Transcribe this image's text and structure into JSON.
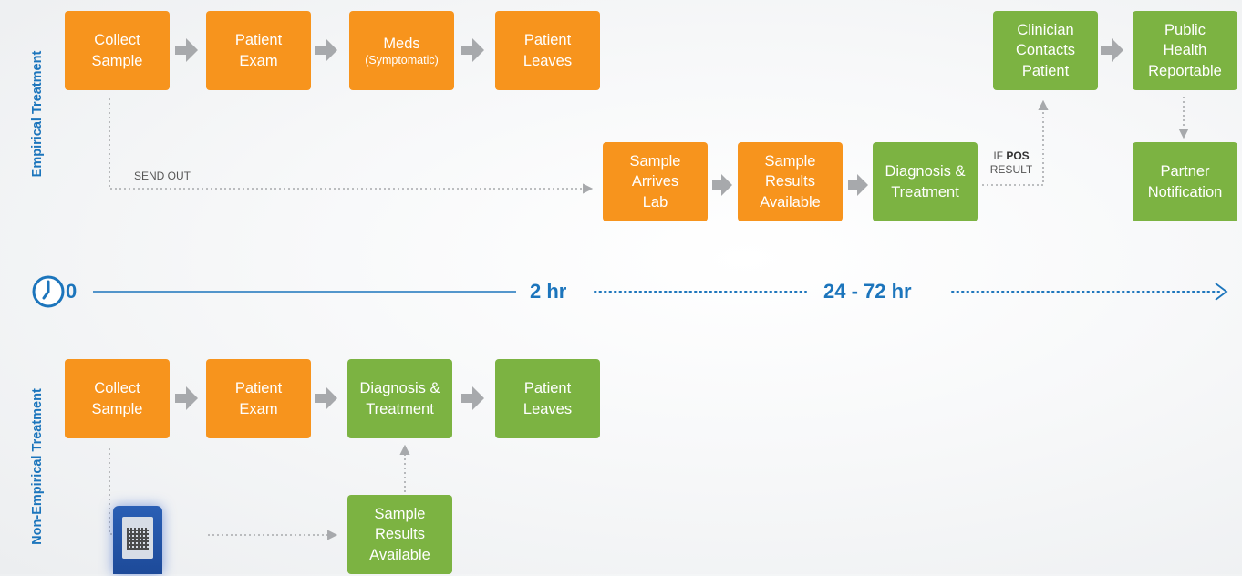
{
  "empirical": {
    "section_label": "Empirical Treatment",
    "steps": [
      {
        "line1": "Collect",
        "line2": "Sample"
      },
      {
        "line1": "Patient",
        "line2": "Exam"
      },
      {
        "line1": "Meds",
        "line2": "(Symptomatic)"
      },
      {
        "line1": "Patient",
        "line2": "Leaves"
      }
    ],
    "send_out_label": "SEND OUT",
    "lab_steps": [
      {
        "line1": "Sample",
        "line2": "Arrives",
        "line3": "Lab"
      },
      {
        "line1": "Sample",
        "line2": "Results",
        "line3": "Available"
      },
      {
        "line1": "Diagnosis &",
        "line2": "Treatment"
      }
    ],
    "if_pos": {
      "prefix": "IF",
      "bold": "POS",
      "suffix": "RESULT"
    },
    "followup_steps": [
      {
        "line1": "Clinician",
        "line2": "Contacts",
        "line3": "Patient"
      },
      {
        "line1": "Public",
        "line2": "Health",
        "line3": "Reportable"
      },
      {
        "line1": "Partner",
        "line2": "Notification"
      }
    ]
  },
  "timeline": {
    "labels": [
      "0",
      "2 hr",
      "24 - 72 hr"
    ],
    "clock_icon": "clock-icon",
    "color": "#1c75bc"
  },
  "non_empirical": {
    "section_label": "Non-Empirical Treatment",
    "steps": [
      {
        "line1": "Collect",
        "line2": "Sample"
      },
      {
        "line1": "Patient",
        "line2": "Exam"
      },
      {
        "line1": "Diagnosis &",
        "line2": "Treatment"
      },
      {
        "line1": "Patient",
        "line2": "Leaves"
      }
    ],
    "results_step": {
      "line1": "Sample",
      "line2": "Results",
      "line3": "Available"
    },
    "device_icon": "test-device-icon"
  },
  "colors": {
    "orange": "#f7941d",
    "green": "#7cb342",
    "blue": "#1c75bc",
    "arrow_gray": "#a7a9ac"
  }
}
